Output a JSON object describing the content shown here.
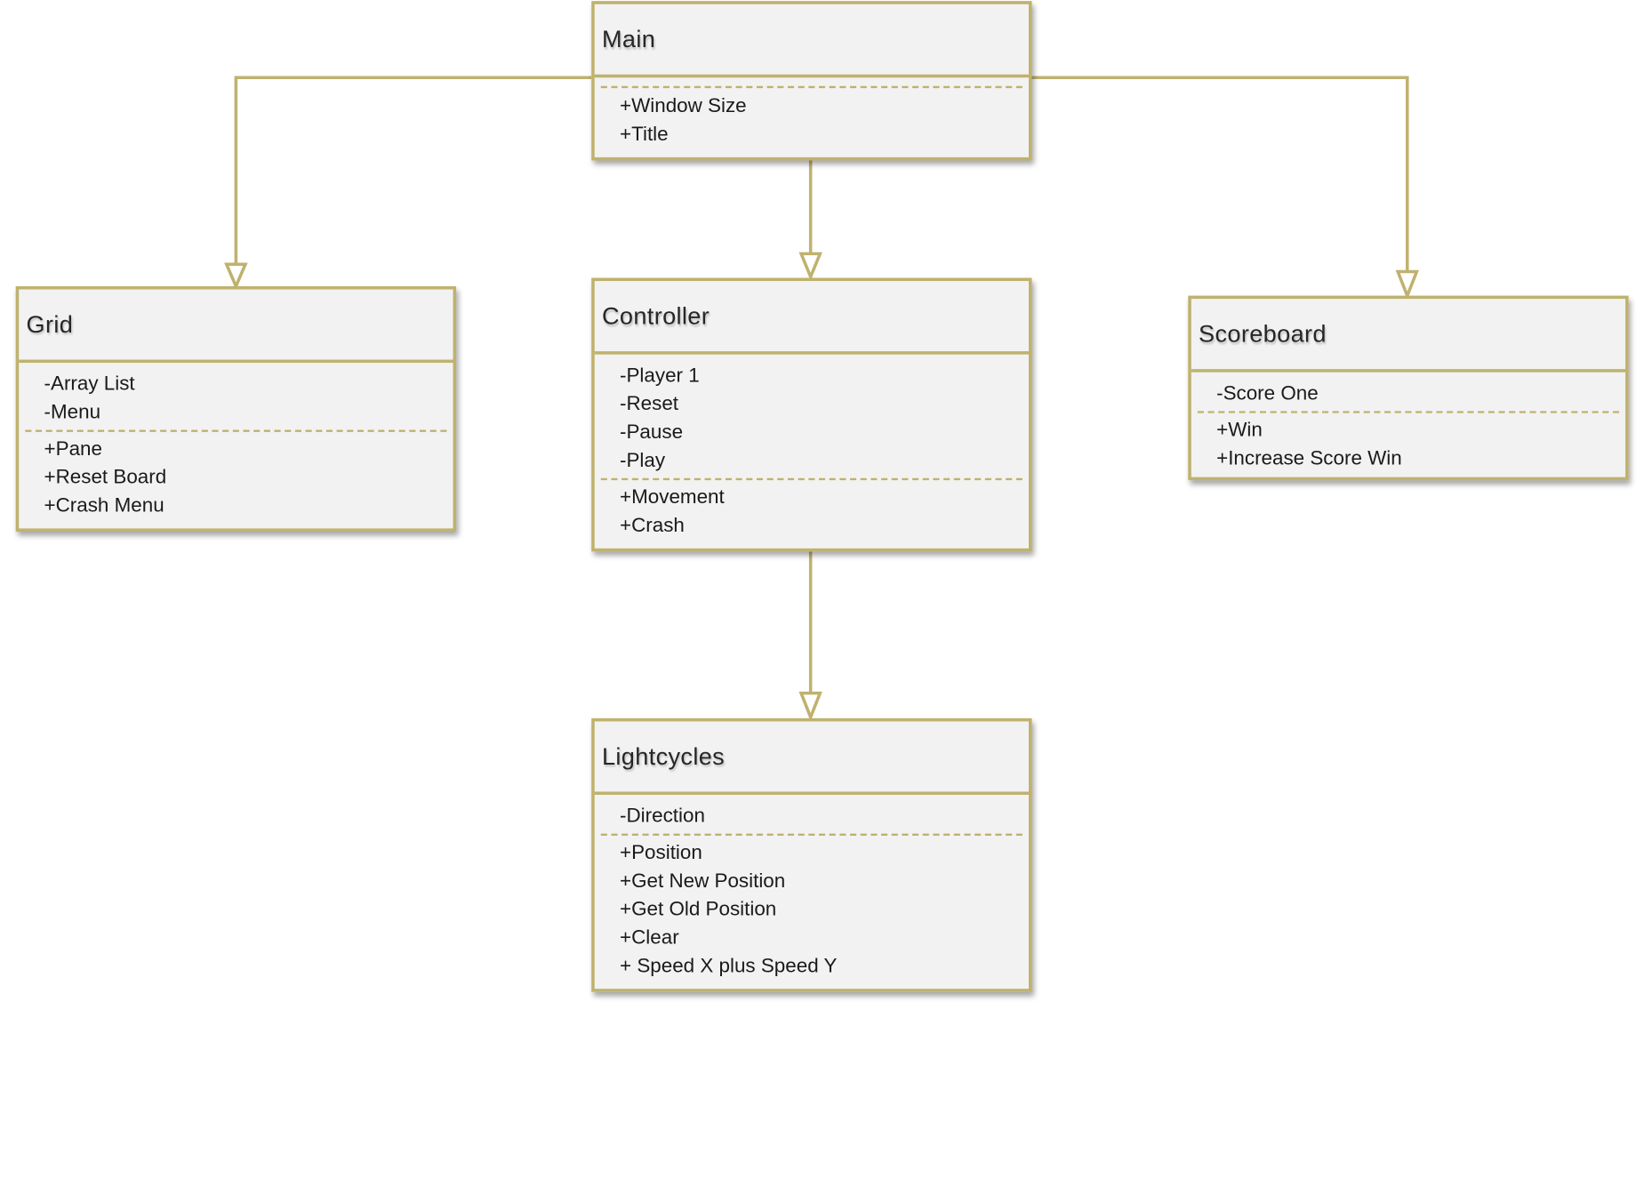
{
  "colors": {
    "border": "#bfb26e",
    "fill": "#f2f2f2",
    "text": "#1a1a1a"
  },
  "classes": {
    "main": {
      "name": "Main",
      "attributes": [],
      "operations": [
        "+Window Size",
        "+Title"
      ]
    },
    "grid": {
      "name": "Grid",
      "attributes": [
        "-Array List",
        "-Menu"
      ],
      "operations": [
        "+Pane",
        "+Reset Board",
        "+Crash Menu"
      ]
    },
    "controller": {
      "name": "Controller",
      "attributes": [
        "-Player 1",
        "-Reset",
        "-Pause",
        "-Play"
      ],
      "operations": [
        "+Movement",
        "+Crash"
      ]
    },
    "scoreboard": {
      "name": "Scoreboard",
      "attributes": [
        "-Score One"
      ],
      "operations": [
        "+Win",
        "+Increase Score Win"
      ]
    },
    "lightcycles": {
      "name": "Lightcycles",
      "attributes": [
        "-Direction"
      ],
      "operations": [
        "+Position",
        "+Get New Position",
        "+Get Old Position",
        "+Clear",
        "+ Speed X plus Speed Y"
      ]
    }
  },
  "relationships": [
    {
      "from": "Main",
      "to": "Grid",
      "type": "generalization"
    },
    {
      "from": "Main",
      "to": "Controller",
      "type": "generalization"
    },
    {
      "from": "Main",
      "to": "Scoreboard",
      "type": "generalization"
    },
    {
      "from": "Controller",
      "to": "Lightcycles",
      "type": "generalization"
    }
  ]
}
